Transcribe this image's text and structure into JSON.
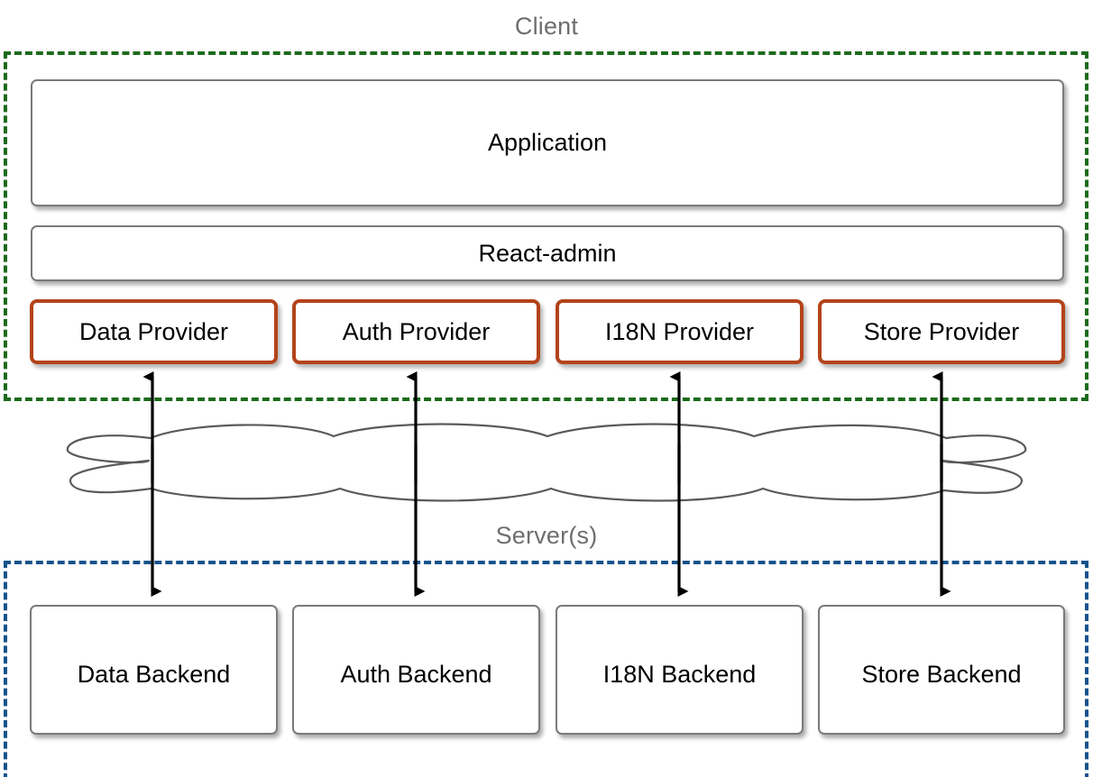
{
  "diagram": {
    "title_client": "Client",
    "title_server": "Server(s)",
    "colors": {
      "client_frame": "#1c6b1c",
      "server_frame": "#18538c",
      "provider_border": "#b3431a",
      "node_border": "#7a7a7a",
      "zone_title_text": "#6e6e6e",
      "cloud_stroke": "#5a5a5a",
      "arrow": "#000000",
      "background": "#ffffff"
    }
  },
  "client": {
    "application": {
      "label": "Application"
    },
    "framework": {
      "label": "React-admin"
    },
    "providers": [
      {
        "label": "Data Provider"
      },
      {
        "label": "Auth Provider"
      },
      {
        "label": "I18N Provider"
      },
      {
        "label": "Store Provider"
      }
    ]
  },
  "network": {
    "cloud_label": "",
    "arrows_up": 4,
    "arrows_down": 4
  },
  "server": {
    "backends": [
      {
        "label": "Data Backend"
      },
      {
        "label": "Auth Backend"
      },
      {
        "label": "I18N Backend"
      },
      {
        "label": "Store Backend"
      }
    ]
  }
}
